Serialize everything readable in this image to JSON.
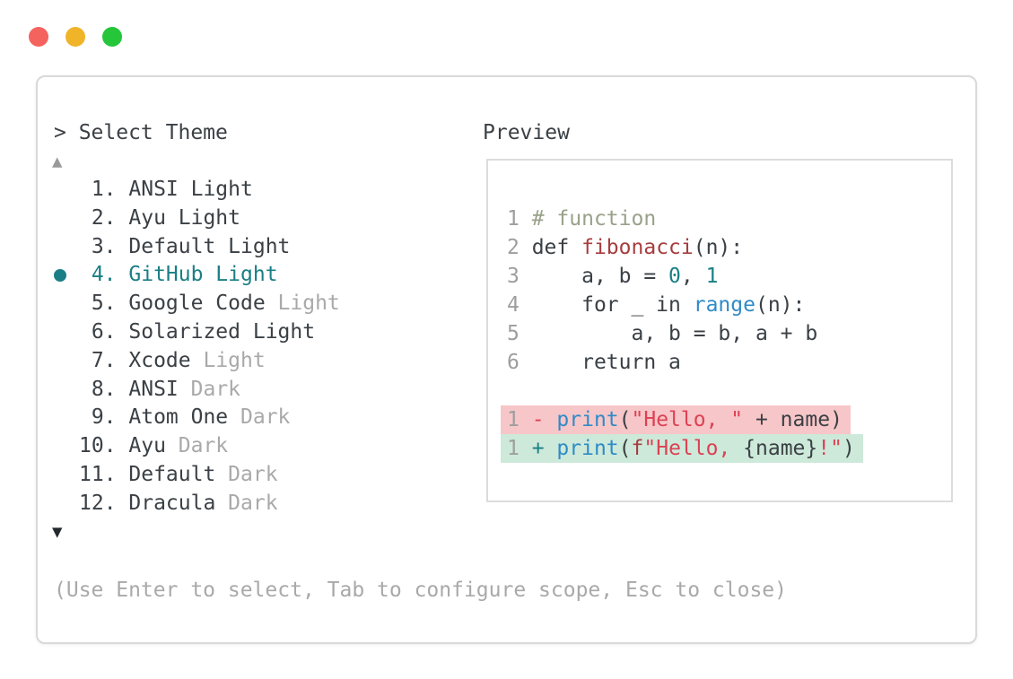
{
  "colors": {
    "accent_teal": "#1a7f85",
    "text_dark": "#3a4045",
    "text_gray": "#a9a9a9",
    "line_number_gray": "#9e9e9e",
    "comment_green": "#99a18a",
    "keyword_name_red": "#a63d3f",
    "string_red": "#dc4154",
    "function_blue": "#2f8bc7",
    "diff_removed_bg": "#f7c6c8",
    "diff_added_bg": "#cde9d9",
    "panel_border": "#d9d9d9",
    "preview_border": "#dcdcdc",
    "dot_red": "#f4635e",
    "dot_yellow": "#f0b429",
    "dot_green": "#25c63a",
    "arrow_gray": "#9a9a9a",
    "arrow_dark": "#23292f"
  },
  "window": {
    "controls": [
      "close",
      "minimize",
      "zoom"
    ]
  },
  "theme_list": {
    "prompt": "> Select Theme",
    "scroll_up_icon": "▲",
    "scroll_down_icon": "▼",
    "items": [
      {
        "number": "1.",
        "selected": false,
        "segments": [
          [
            "dark",
            "ANSI Light"
          ]
        ]
      },
      {
        "number": "2.",
        "selected": false,
        "segments": [
          [
            "dark",
            "Ayu Light"
          ]
        ]
      },
      {
        "number": "3.",
        "selected": false,
        "segments": [
          [
            "dark",
            "Default Light"
          ]
        ]
      },
      {
        "number": "4.",
        "selected": true,
        "segments": [
          [
            "teal",
            "GitHub Light"
          ]
        ]
      },
      {
        "number": "5.",
        "selected": false,
        "segments": [
          [
            "dark",
            "Google Code "
          ],
          [
            "gray",
            "Light"
          ]
        ]
      },
      {
        "number": "6.",
        "selected": false,
        "segments": [
          [
            "dark",
            "Solarized Light"
          ]
        ]
      },
      {
        "number": "7.",
        "selected": false,
        "segments": [
          [
            "dark",
            "Xcode "
          ],
          [
            "gray",
            "Light"
          ]
        ]
      },
      {
        "number": "8.",
        "selected": false,
        "segments": [
          [
            "dark",
            "ANSI "
          ],
          [
            "gray",
            "Dark"
          ]
        ]
      },
      {
        "number": "9.",
        "selected": false,
        "segments": [
          [
            "dark",
            "Atom One "
          ],
          [
            "gray",
            "Dark"
          ]
        ]
      },
      {
        "number": "10.",
        "selected": false,
        "segments": [
          [
            "dark",
            "Ayu "
          ],
          [
            "gray",
            "Dark"
          ]
        ]
      },
      {
        "number": "11.",
        "selected": false,
        "segments": [
          [
            "dark",
            "Default "
          ],
          [
            "gray",
            "Dark"
          ]
        ]
      },
      {
        "number": "12.",
        "selected": false,
        "segments": [
          [
            "dark",
            "Dracula "
          ],
          [
            "gray",
            "Dark"
          ]
        ]
      }
    ]
  },
  "preview": {
    "label": "Preview",
    "code_lines": [
      {
        "num": "1",
        "tokens": [
          [
            "comment",
            " # function"
          ]
        ]
      },
      {
        "num": "2",
        "tokens": [
          [
            "dark",
            " def "
          ],
          [
            "darkred",
            "fibonacci"
          ],
          [
            "dark",
            "(n):"
          ]
        ]
      },
      {
        "num": "3",
        "tokens": [
          [
            "dark",
            "     a, b = "
          ],
          [
            "teal",
            "0"
          ],
          [
            "dark",
            ", "
          ],
          [
            "teal",
            "1"
          ]
        ]
      },
      {
        "num": "4",
        "tokens": [
          [
            "dark",
            "     for _ in "
          ],
          [
            "blue",
            "range"
          ],
          [
            "dark",
            "(n):"
          ]
        ]
      },
      {
        "num": "5",
        "tokens": [
          [
            "dark",
            "         a, b = b, a + b"
          ]
        ]
      },
      {
        "num": "6",
        "tokens": [
          [
            "dark",
            "     return a"
          ]
        ]
      },
      {
        "blank": true
      },
      {
        "num": "1",
        "diff": "removed",
        "tokens": [
          [
            "red",
            " - "
          ],
          [
            "blue",
            "print"
          ],
          [
            "dark",
            "("
          ],
          [
            "red",
            "\"Hello, \""
          ],
          [
            "dark",
            " + name)"
          ]
        ]
      },
      {
        "num": "1",
        "diff": "added",
        "tokens": [
          [
            "teal",
            " + "
          ],
          [
            "blue",
            "print"
          ],
          [
            "dark",
            "("
          ],
          [
            "darkred",
            "f"
          ],
          [
            "red",
            "\"Hello, "
          ],
          [
            "dark",
            "{name}"
          ],
          [
            "red",
            "!\""
          ],
          [
            "dark",
            ")"
          ]
        ]
      }
    ]
  },
  "footer": {
    "hint": "(Use Enter to select, Tab to configure scope, Esc to close)"
  }
}
